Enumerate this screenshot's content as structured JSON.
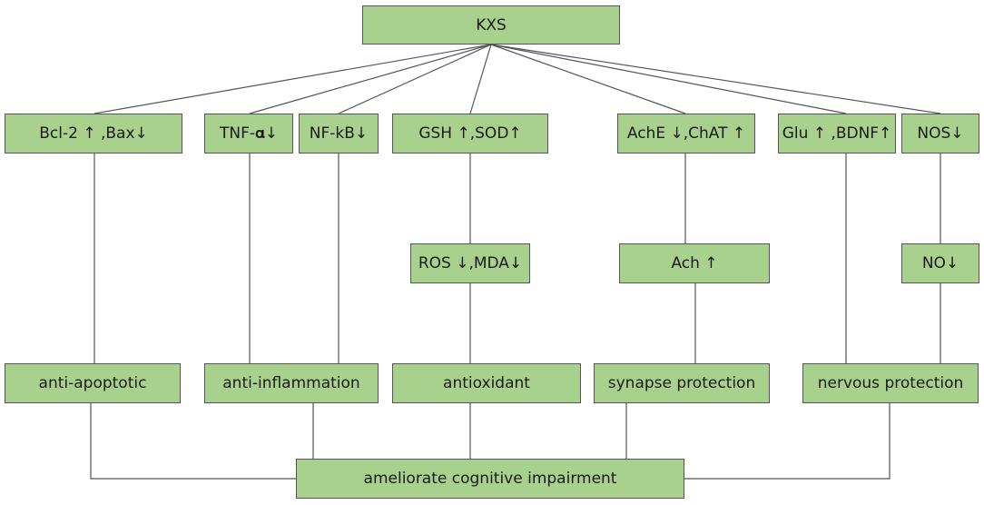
{
  "colors": {
    "box_fill": "#a9d18e",
    "box_border": "#555555",
    "line": "#555555",
    "text": "#1a1a1a"
  },
  "nodes": {
    "root": "KXS",
    "bcl2": "Bcl-2 ↑ ,Bax↓",
    "tnf": "TNF-𝛂↓",
    "nfkb": "NF-kB↓",
    "gsh": "GSH ↑,SOD↑",
    "ache": "AchE ↓,ChAT ↑",
    "glu": "Glu ↑ ,BDNF↑",
    "nos": "NOS↓",
    "ros": "ROS ↓,MDA↓",
    "ach": "Ach ↑",
    "no": "NO↓",
    "apop": "anti-apoptotic",
    "inflam": "anti-inflammation",
    "antiox": "antioxidant",
    "synapse": "synapse protection",
    "nervous": "nervous protection",
    "outcome": "ameliorate cognitive impairment"
  }
}
